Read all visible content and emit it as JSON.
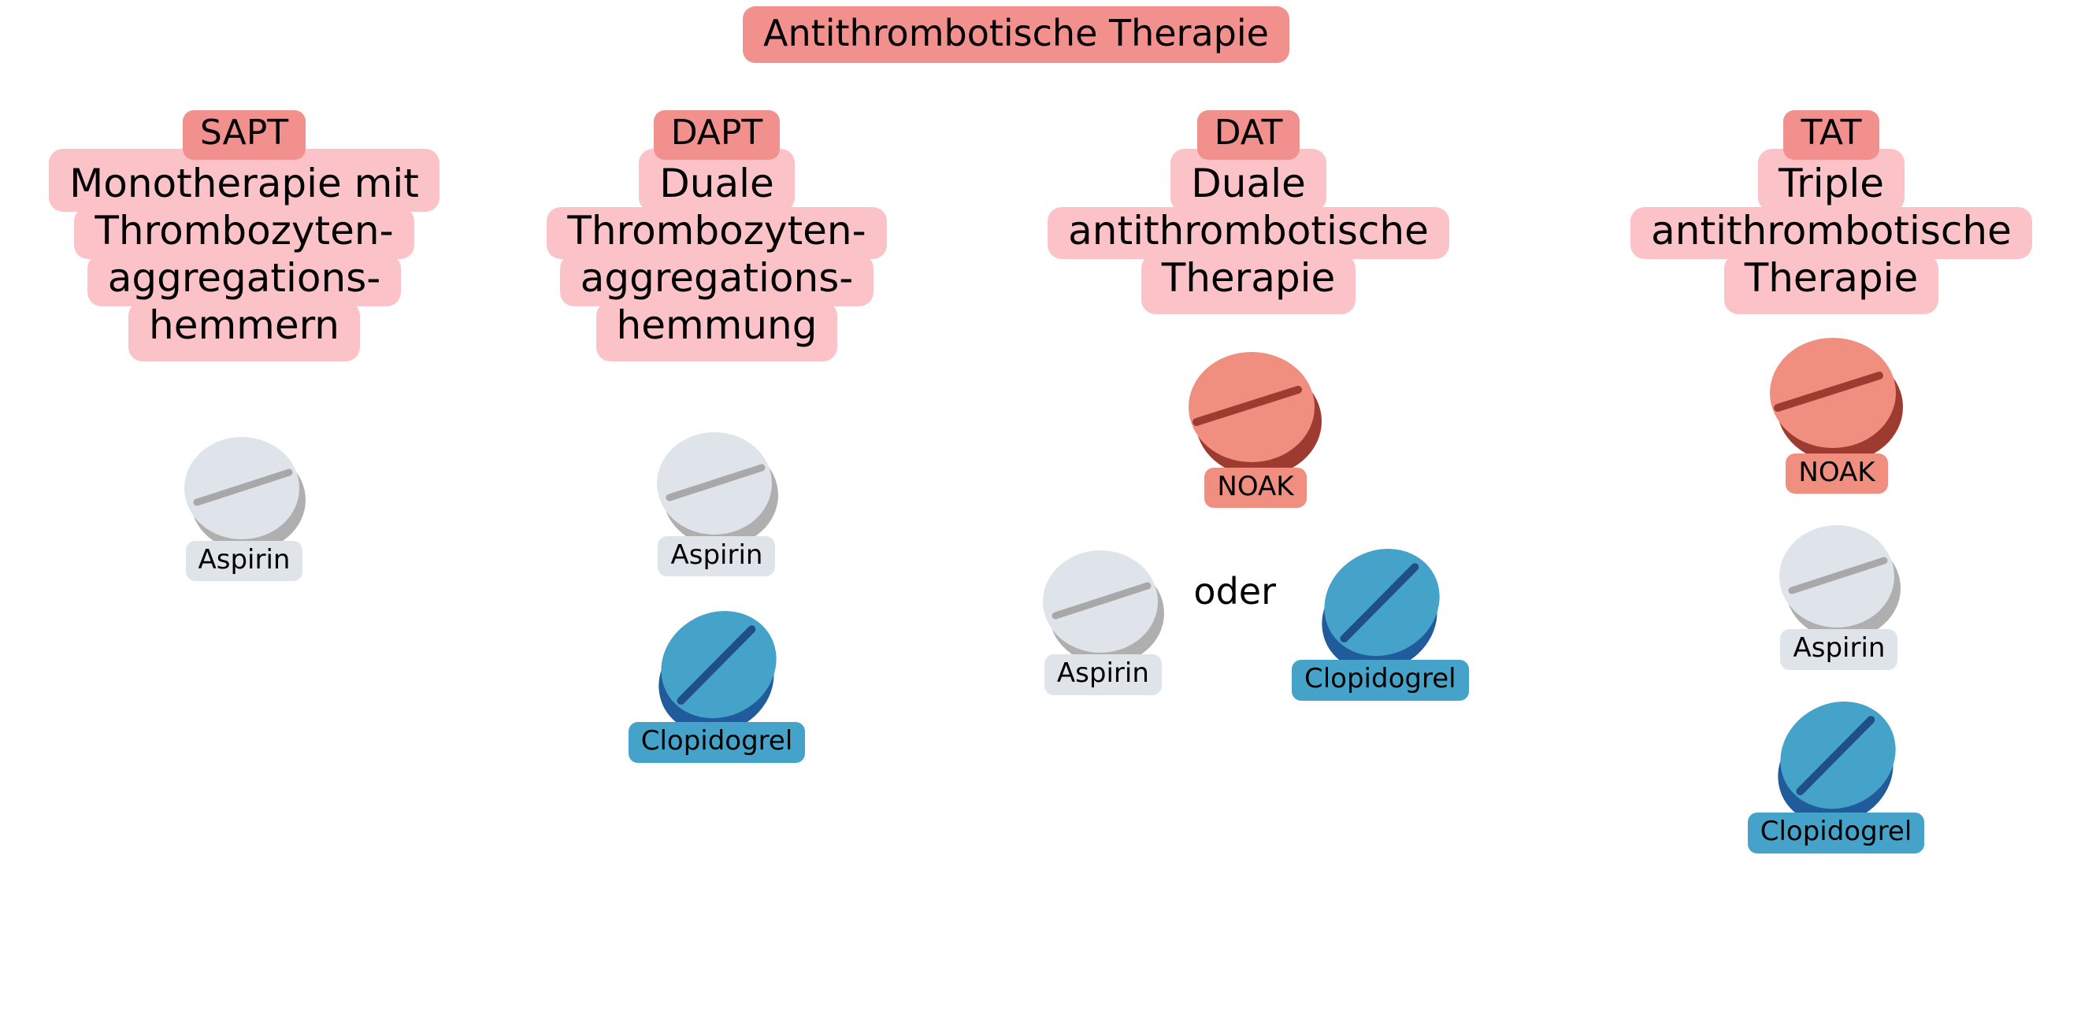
{
  "diagram": {
    "title": "Antithrombotische Therapie",
    "colors": {
      "header_pink": "#F2908E",
      "body_pink": "#FBC3C8",
      "aspirin_chip": "#DFE4EB",
      "aspirin_top": "#DFE4EB",
      "aspirin_shadow": "#AFAFAF",
      "aspirin_score": "#A8A8A8",
      "clopidogrel_chip": "#45A3C9",
      "clopidogrel_top": "#45A3C9",
      "clopidogrel_shadow": "#205C9C",
      "clopidogrel_score": "#1F4F86",
      "noak_chip": "#F08E80",
      "noak_top": "#F08E80",
      "noak_shadow": "#9E3B30",
      "noak_score": "#9E3B30",
      "text": "#000000",
      "background": "#FFFFFF"
    },
    "columns": [
      {
        "abbr": "SAPT",
        "description_lines": [
          "Monotherapie mit",
          "Thrombozyten-",
          "aggregations-",
          "hemmern"
        ],
        "drugs": [
          {
            "name": "Aspirin",
            "kind": "aspirin"
          }
        ],
        "connector": ""
      },
      {
        "abbr": "DAPT",
        "description_lines": [
          "Duale",
          "Thrombozyten-",
          "aggregations-",
          "hemmung"
        ],
        "drugs": [
          {
            "name": "Aspirin",
            "kind": "aspirin"
          },
          {
            "name": "Clopidogrel",
            "kind": "clopidogrel"
          }
        ],
        "connector": ""
      },
      {
        "abbr": "DAT",
        "description_lines": [
          "Duale",
          "antithrombotische",
          "Therapie"
        ],
        "drugs": [
          {
            "name": "NOAK",
            "kind": "noak"
          },
          {
            "name": "Aspirin",
            "kind": "aspirin"
          },
          {
            "name": "Clopidogrel",
            "kind": "clopidogrel"
          }
        ],
        "connector": "oder"
      },
      {
        "abbr": "TAT",
        "description_lines": [
          "Triple",
          "antithrombotische",
          "Therapie"
        ],
        "drugs": [
          {
            "name": "NOAK",
            "kind": "noak"
          },
          {
            "name": "Aspirin",
            "kind": "aspirin"
          },
          {
            "name": "Clopidogrel",
            "kind": "clopidogrel"
          }
        ],
        "connector": ""
      }
    ]
  }
}
